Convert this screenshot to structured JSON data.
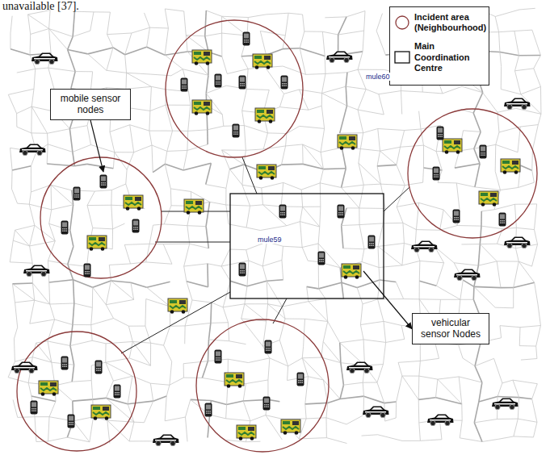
{
  "diagram": {
    "nodes": [
      {
        "text": [
          "mobile sensor nodes"
        ]
      },
      {
        "text": [
          "vehicular sensor Nodes"
        ]
      }
    ],
    "labels": [
      "unavailable [37].",
      "mule60",
      "mule59"
    ],
    "legend": [
      {
        "text": "Incident area (Neighbourhood)"
      },
      {
        "text": "Main Coordination Centre"
      }
    ]
  }
}
